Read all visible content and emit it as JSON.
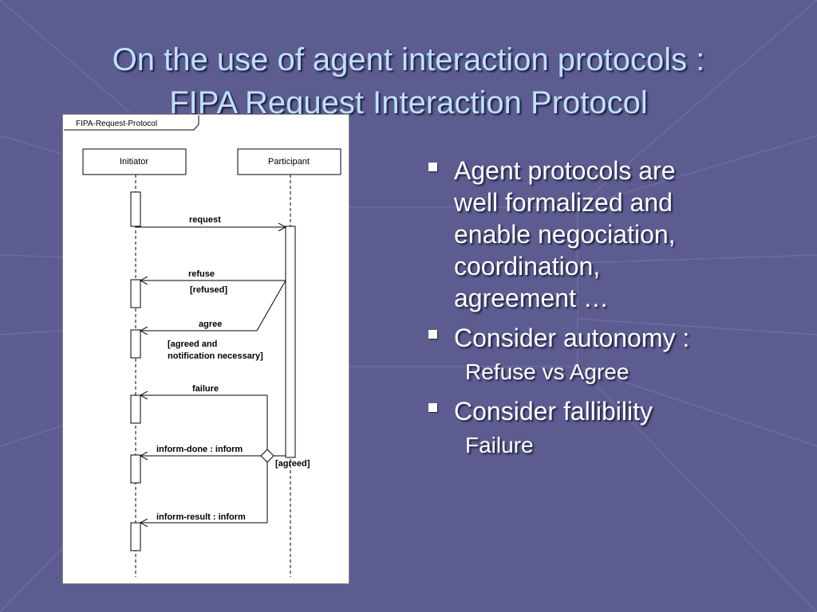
{
  "slide": {
    "title_line1": "On the use of agent interaction protocols :",
    "title_line2": "FIPA Request Interaction Protocol"
  },
  "bullets": [
    {
      "lines": [
        "Agent protocols are",
        "well formalized and",
        "enable negociation,",
        "coordination,",
        "agreement …"
      ]
    },
    {
      "lines": [
        "Consider autonomy :"
      ],
      "sub": "Refuse vs Agree"
    },
    {
      "lines": [
        "Consider fallibility"
      ],
      "sub": "Failure"
    }
  ],
  "diagram": {
    "frame_label": "FIPA-Request-Protocol",
    "lifeline_initiator": "Initiator",
    "lifeline_participant": "Participant",
    "msg_request": "request",
    "msg_refuse": "refuse",
    "guard_refused": "[refused]",
    "msg_agree": "agree",
    "guard_agreed_line1": "[agreed and",
    "guard_agreed_line2": "notification necessary]",
    "msg_failure": "failure",
    "msg_inform_done": "inform-done : inform",
    "guard_agreed": "[agreed]",
    "msg_inform_result": "inform-result : inform"
  },
  "colors": {
    "background": "#5c5c90",
    "title": "#bfe0ff",
    "text": "#ffffff"
  }
}
